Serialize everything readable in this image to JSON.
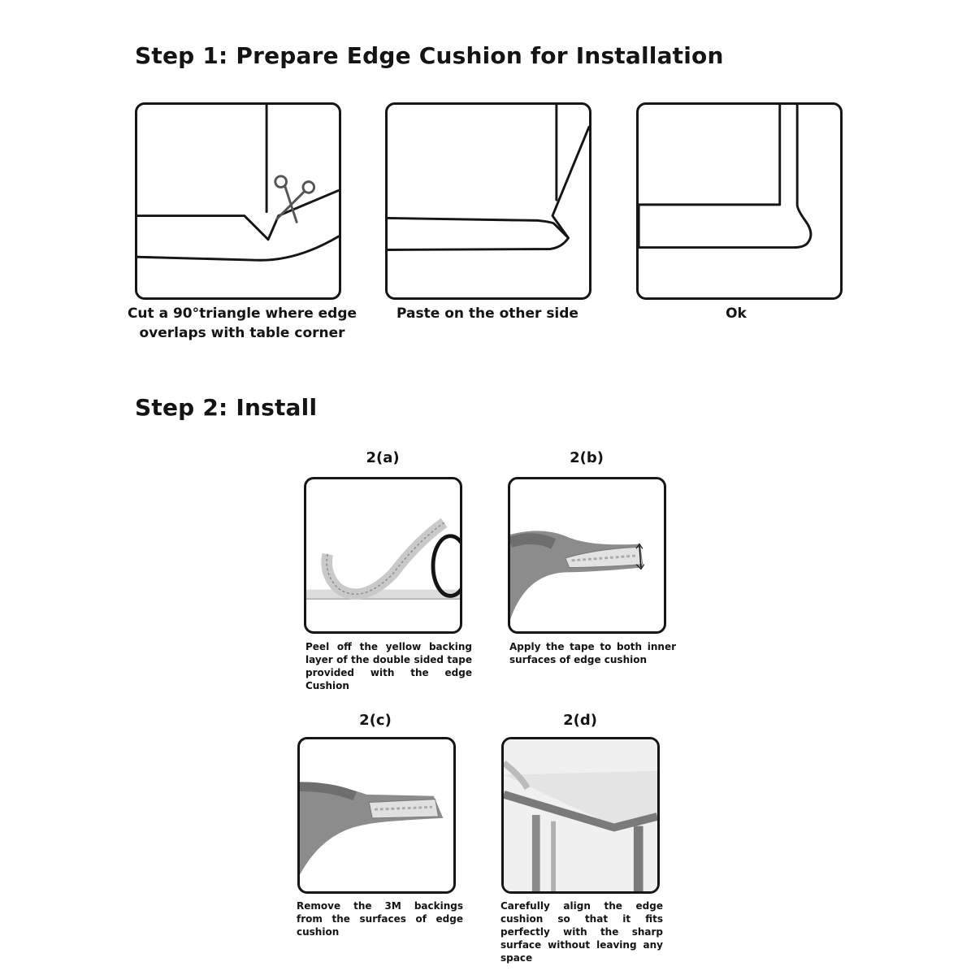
{
  "step1": {
    "heading": "Step 1: Prepare Edge Cushion for Installation",
    "panels": [
      {
        "caption_line1": "Cut a 90°triangle where edge",
        "caption_line2": "overlaps with table corner",
        "icon": "scissors-icon"
      },
      {
        "caption": "Paste on the other side"
      },
      {
        "caption": "Ok"
      }
    ]
  },
  "step2": {
    "heading": "Step 2: Install",
    "items": [
      {
        "label": "2(a)",
        "caption": "Peel off the yellow backing layer of the double sided tape provided with the edge Cushion"
      },
      {
        "label": "2(b)",
        "caption": "Apply the tape to both inner surfaces of edge cushion"
      },
      {
        "label": "2(c)",
        "caption": "Remove the 3M backings from the surfaces of edge cushion"
      },
      {
        "label": "2(d)",
        "caption": "Carefully align the edge cushion so that it fits perfectly with the sharp surface without leaving any space"
      }
    ]
  }
}
